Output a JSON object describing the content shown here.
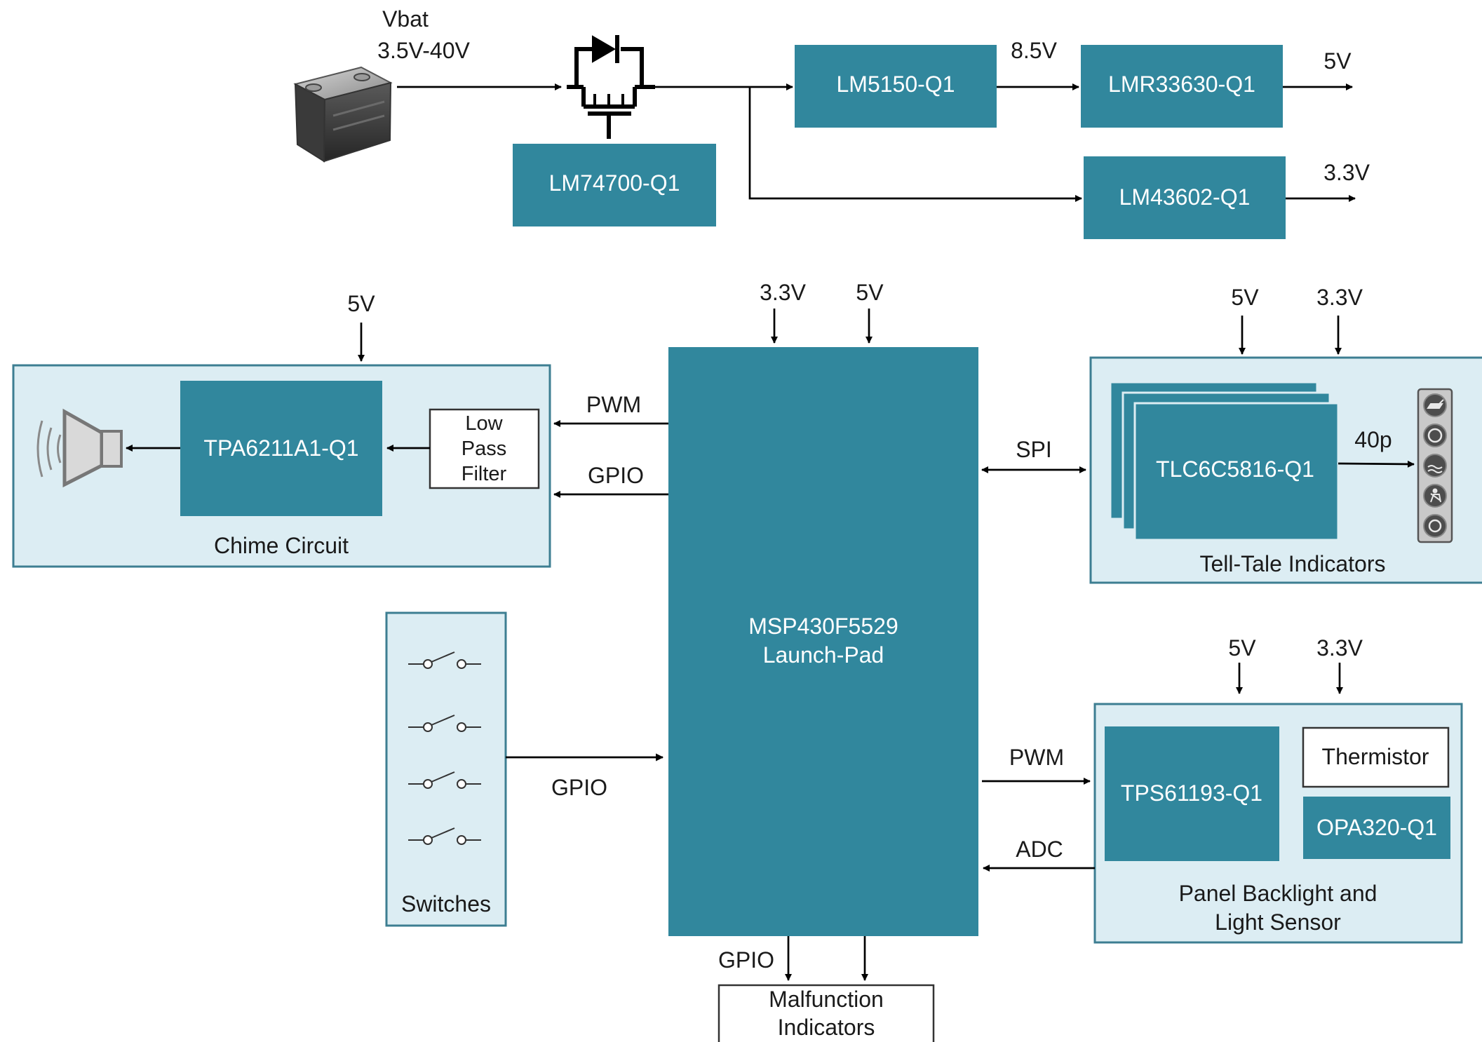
{
  "power": {
    "vbat_label": "Vbat",
    "vbat_range": "3.5V-40V",
    "ideal_diode": "LM74700-Q1",
    "boost": "LM5150-Q1",
    "boost_out": "8.5V",
    "buck_5v": "LMR33630-Q1",
    "buck_5v_out": "5V",
    "buck_3v3": "LM43602-Q1",
    "buck_3v3_out": "3.3V"
  },
  "mcu": {
    "line1": "MSP430F5529",
    "line2": "Launch-Pad",
    "rail_a": "3.3V",
    "rail_b": "5V"
  },
  "chime": {
    "title": "Chime Circuit",
    "amp": "TPA6211A1-Q1",
    "filter_lines": [
      "Low",
      "Pass",
      "Filter"
    ],
    "rail": "5V",
    "pwm": "PWM",
    "gpio": "GPIO"
  },
  "telltale": {
    "title": "Tell-Tale Indicators",
    "driver": "TLC6C5816-Q1",
    "rail_a": "5V",
    "rail_b": "3.3V",
    "spi": "SPI",
    "outputs": "40p",
    "icons": [
      "oil-can-icon",
      "brake-warning-icon",
      "coolant-temp-icon",
      "seatbelt-icon",
      "tire-pressure-icon"
    ]
  },
  "switches": {
    "title": "Switches",
    "gpio": "GPIO"
  },
  "backlight": {
    "title_line1": "Panel Backlight and",
    "title_line2": "Light Sensor",
    "driver": "TPS61193-Q1",
    "thermistor": "Thermistor",
    "opamp": "OPA320-Q1",
    "rail_a": "5V",
    "rail_b": "3.3V",
    "pwm": "PWM",
    "adc": "ADC"
  },
  "malfunction": {
    "gpio": "GPIO",
    "line1": "Malfunction",
    "line2": "Indicators"
  },
  "colors": {
    "block": "#31879d",
    "group_fill": "#dcedf3",
    "group_border": "#3d7e92"
  }
}
